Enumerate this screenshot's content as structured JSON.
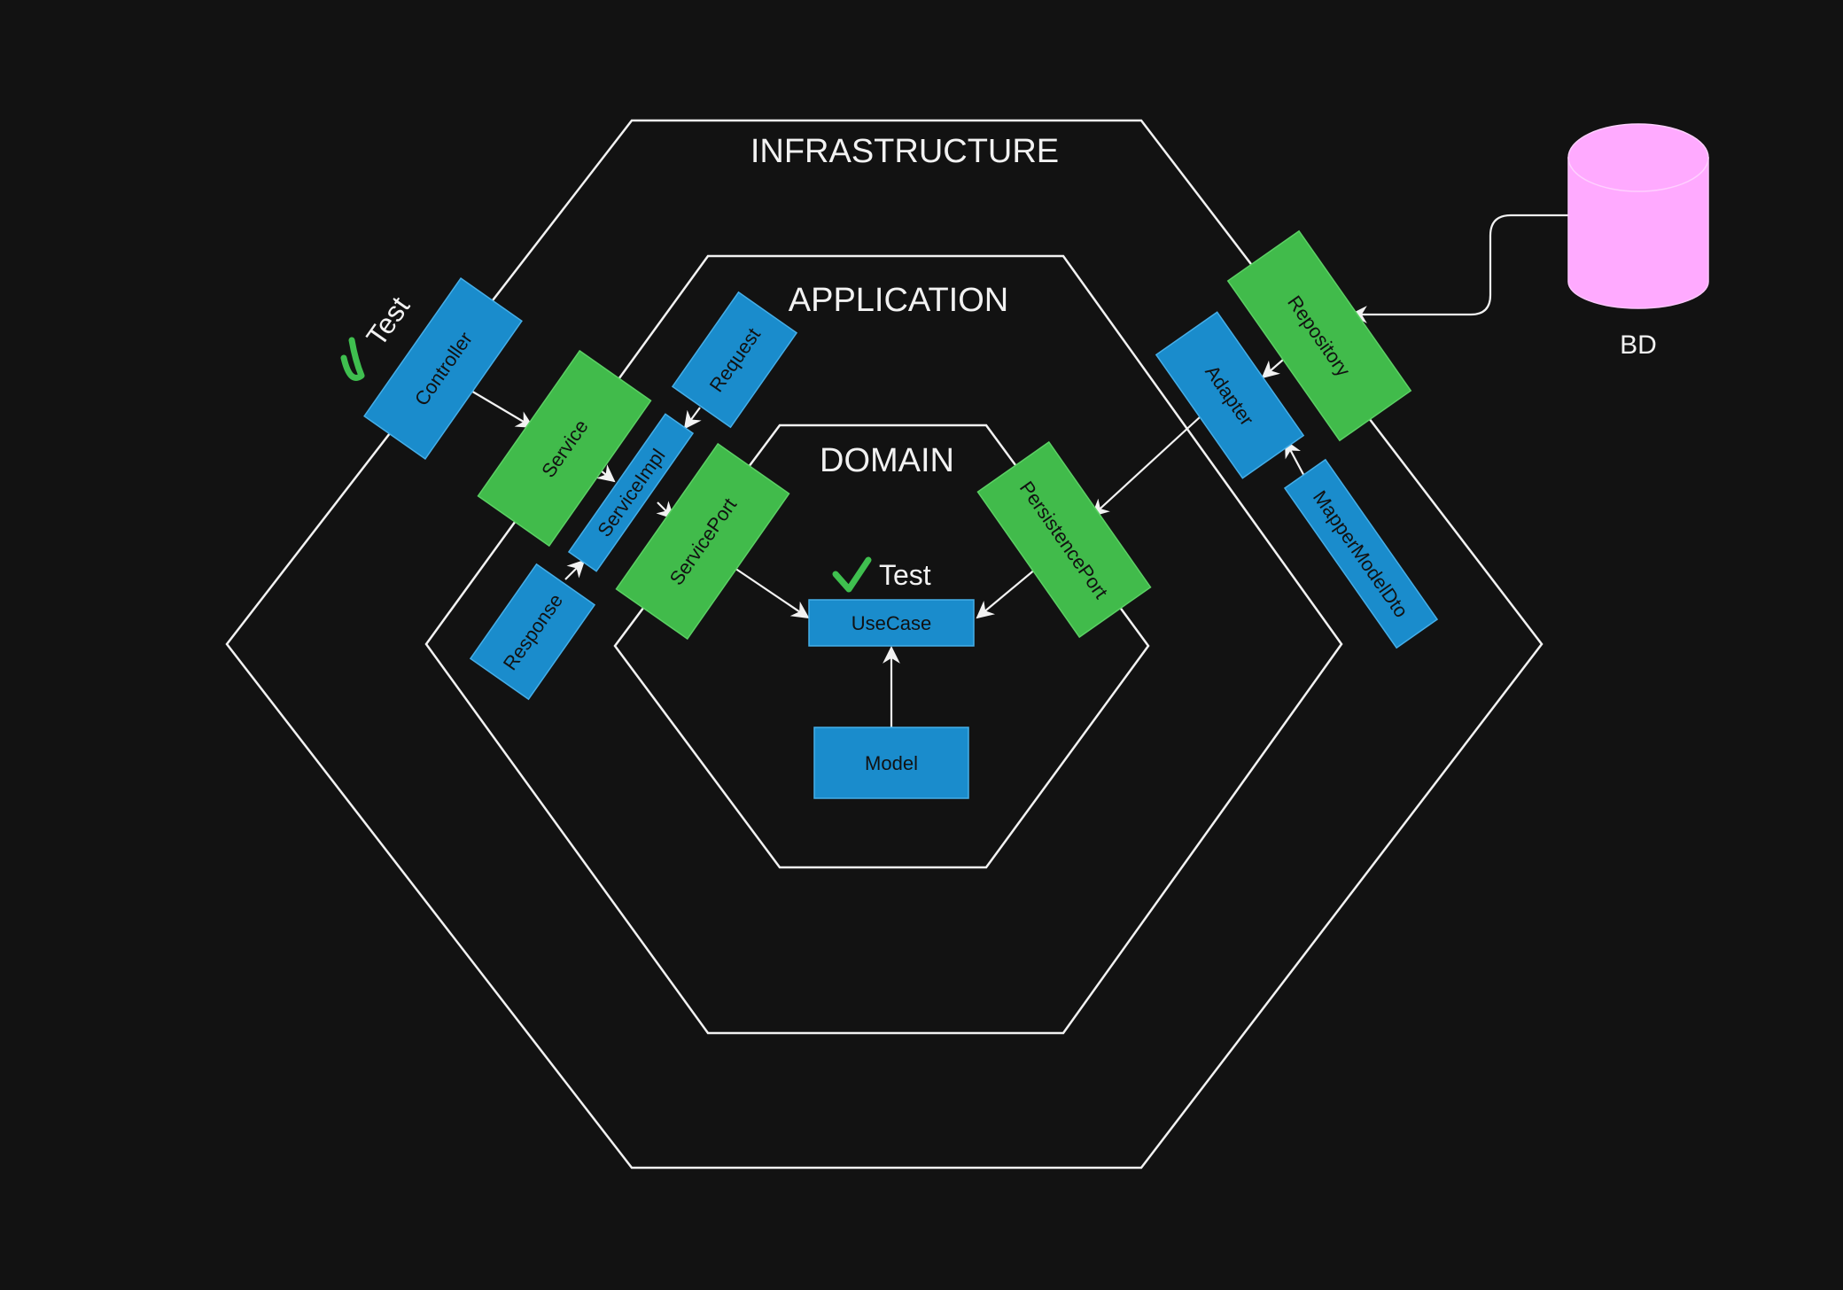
{
  "layers": {
    "infrastructure": "INFRASTRUCTURE",
    "application": "APPLICATION",
    "domain": "DOMAIN"
  },
  "nodes": {
    "controller": "Controller",
    "service": "Service",
    "service_impl": "ServiceImpl",
    "request": "Request",
    "response": "Response",
    "service_port": "ServicePort",
    "use_case": "UseCase",
    "model": "Model",
    "persistence_port": "PersistencePort",
    "adapter": "Adapter",
    "repository": "Repository",
    "mapper_model_dto": "MapperModelDto",
    "database": "BD"
  },
  "test_marks": {
    "controller_test": "Test",
    "usecase_test": "Test"
  },
  "colors": {
    "background": "#121212",
    "blue_component": "#1a8ccc",
    "green_component": "#41bb4b",
    "database": "#ffaaff",
    "lines": "#f2f2f2",
    "checkmark": "#3fbf4f"
  },
  "icons": [
    "checkmark-icon",
    "database-cylinder"
  ]
}
